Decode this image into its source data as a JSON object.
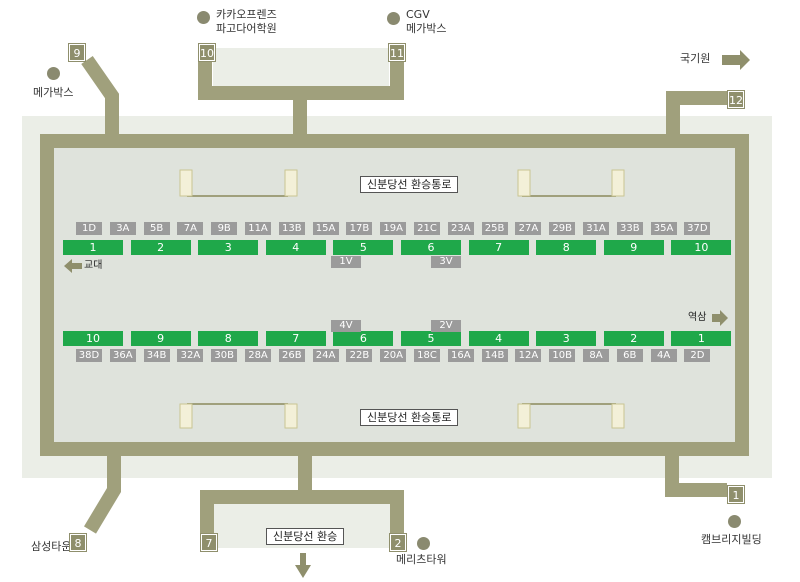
{
  "places": {
    "kakao": {
      "line1": "카카오프렌즈",
      "line2": "파고다어학원"
    },
    "cgv": {
      "line1": "CGV",
      "line2": "메가박스"
    },
    "megabox": "메가박스",
    "gukgiwon": "국기원",
    "samsung_town": "삼성타운",
    "meritz": "메리츠타워",
    "cambridge": "캠브리지빌딩"
  },
  "exits": [
    "1",
    "2",
    "7",
    "8",
    "9",
    "10",
    "11",
    "12"
  ],
  "labels": {
    "transfer_passage": "신분당선 환승통로",
    "transfer": "신분당선 환승"
  },
  "directions": {
    "gyodae": "교대",
    "yeoksam": "역삼"
  },
  "top_track": {
    "doors": [
      "1D",
      "3A",
      "5B",
      "7A",
      "9B",
      "11A",
      "13B",
      "15A",
      "17B",
      "19A",
      "21C",
      "23A",
      "25B",
      "27A",
      "29B",
      "31A",
      "33B",
      "35A",
      "37D"
    ],
    "cars": [
      "1",
      "2",
      "3",
      "4",
      "5",
      "6",
      "7",
      "8",
      "9",
      "10"
    ],
    "sub": [
      "1V",
      "3V"
    ]
  },
  "bottom_track": {
    "doors": [
      "38D",
      "36A",
      "34B",
      "32A",
      "30B",
      "28A",
      "26B",
      "24A",
      "22B",
      "20A",
      "18C",
      "16A",
      "14B",
      "12A",
      "10B",
      "8A",
      "6B",
      "4A",
      "2D"
    ],
    "cars": [
      "10",
      "9",
      "8",
      "7",
      "6",
      "5",
      "4",
      "3",
      "2",
      "1"
    ],
    "sub": [
      "4V",
      "2V"
    ]
  },
  "colors": {
    "corridor": "#a0a07c",
    "concourse": "#ebeee7",
    "platform": "#dfe3dc",
    "car": "#1fa84a",
    "door": "#9b9b9b"
  }
}
